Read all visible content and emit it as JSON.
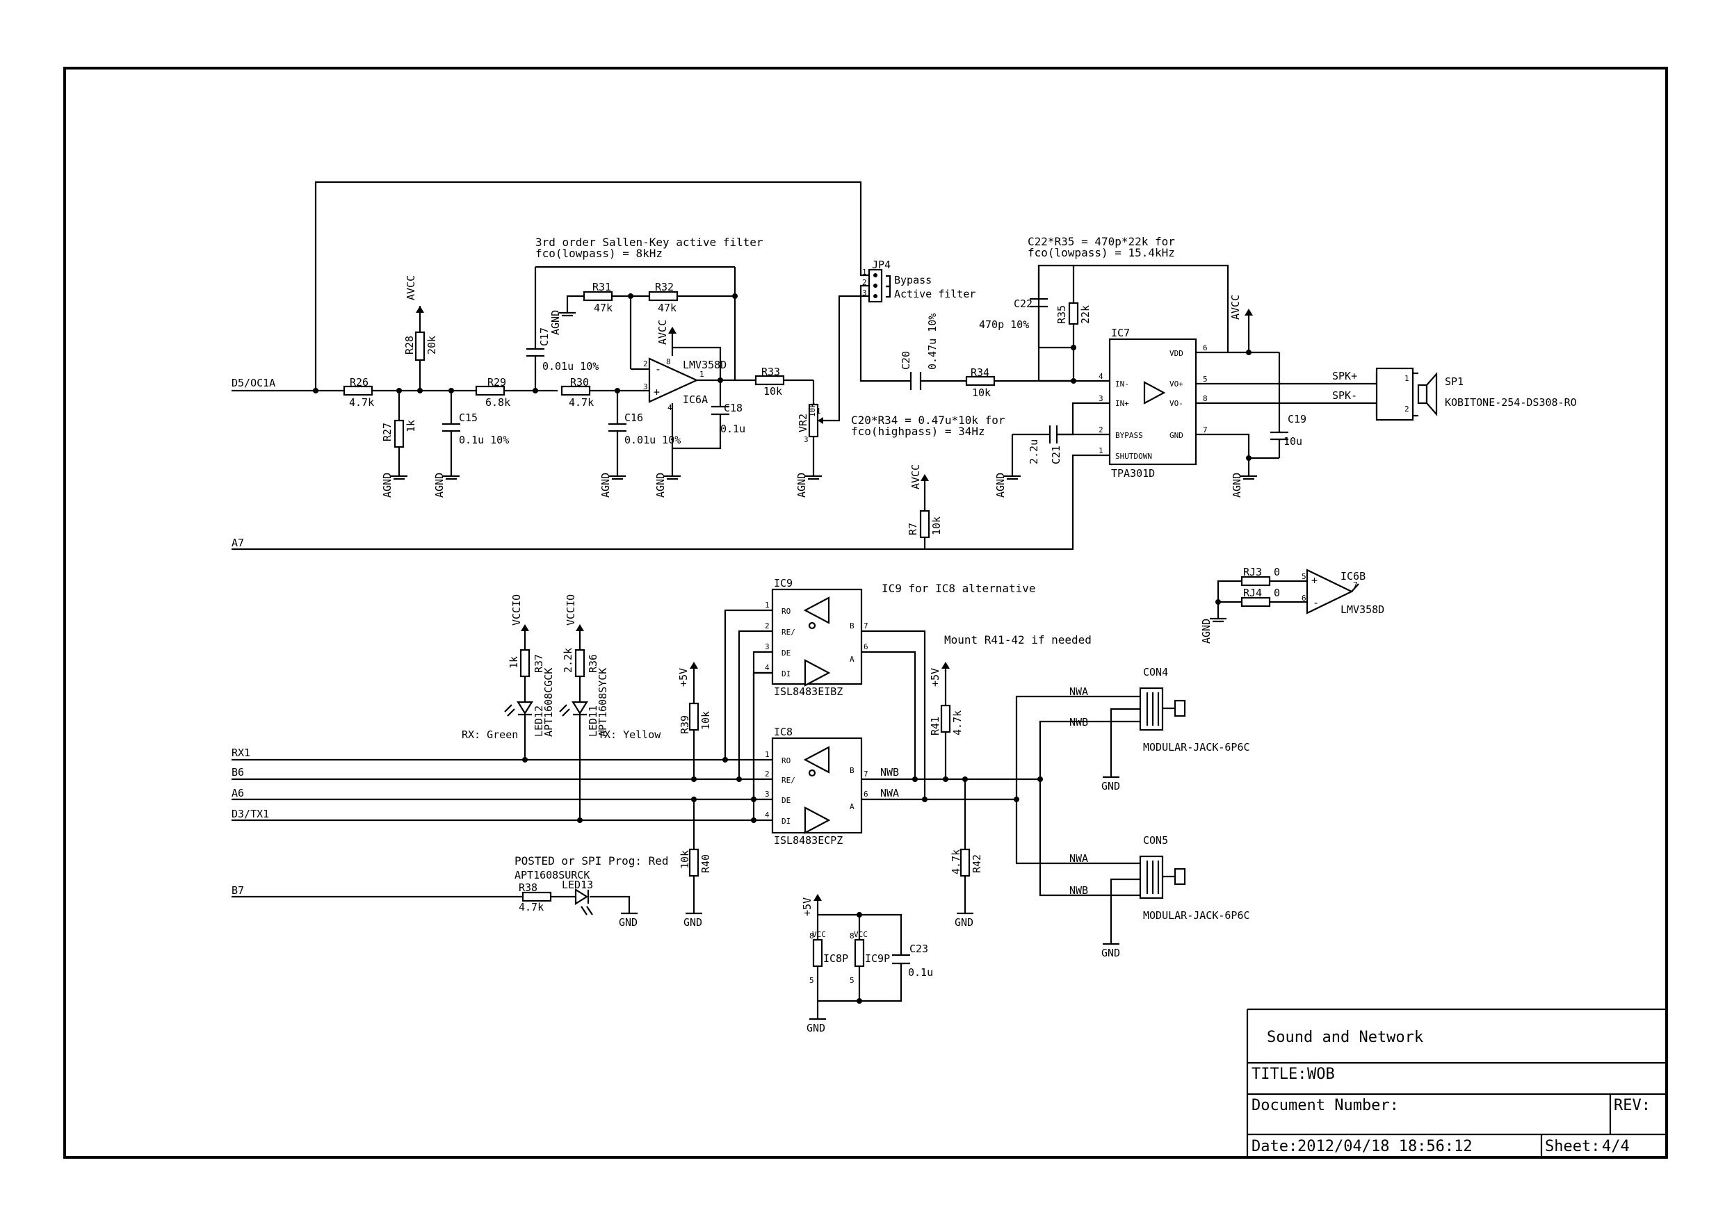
{
  "title_block": {
    "heading": "Sound and Network",
    "title_label": "TITLE:",
    "title_value": "WOB",
    "doc_number_label": "Document Number:",
    "rev_label": "REV:",
    "date_label": "Date:",
    "date_value": "2012/04/18 18:56:12",
    "sheet_label": "Sheet:",
    "sheet_value": "4/4"
  },
  "notes": {
    "filter_l1": "3rd order Sallen-Key active filter",
    "filter_l2": "fco(lowpass) = 8kHz",
    "c22_l1": "C22*R35 = 470p*22k for",
    "c22_l2": "fco(lowpass) = 15.4kHz",
    "c20_l1": "C20*R34 = 0.47u*10k for",
    "c20_l2": "fco(highpass) = 34Hz",
    "ic9_alt": "IC9 for IC8 alternative",
    "mount": "Mount R41-42 if needed",
    "rx_led": "RX: Green",
    "tx_led": "TX: Yellow",
    "posted": "POSTED or SPI Prog: Red"
  },
  "nets": {
    "d5": "D5/OC1A",
    "a7": "A7",
    "rx1": "RX1",
    "b6": "B6",
    "a6": "A6",
    "d3": "D3/TX1",
    "b7": "B7",
    "spkp": "SPK+",
    "spkm": "SPK-",
    "nwa": "NWA",
    "nwb": "NWB"
  },
  "power": {
    "avcc": "AVCC",
    "agnd": "AGND",
    "gnd": "GND",
    "v5": "+5V",
    "vccio": "VCCIO"
  },
  "parts": {
    "r26": "R26",
    "r26v": "4.7k",
    "r27": "R27",
    "r27v": "1k",
    "r28": "R28",
    "r28v": "20k",
    "c15": "C15",
    "c15v": "0.1u 10%",
    "r29": "R29",
    "r29v": "6.8k",
    "r30": "R30",
    "r30v": "4.7k",
    "c17": "C17",
    "c17v": "0.01u 10%",
    "r31": "R31",
    "r31v": "47k",
    "r32": "R32",
    "r32v": "47k",
    "c16": "C16",
    "c16v": "0.01u 10%",
    "ic6a": "IC6A",
    "lmv": "LMV358D",
    "c18": "C18",
    "c18v": "0.1u",
    "r33": "R33",
    "r33v": "10k",
    "vr2": "VR2",
    "vr2v": "10k",
    "jp4": "JP4",
    "bypass": "Bypass",
    "active": "Active filter",
    "c20": "C20",
    "c20v": "0.47u 10%",
    "r34": "R34",
    "r34v": "10k",
    "c22": "C22",
    "c22v": "470p 10%",
    "r35": "R35",
    "r35v": "22k",
    "ic7": "IC7",
    "tpa": "TPA301D",
    "c21": "C21",
    "c21v": "2.2u",
    "c19": "C19",
    "c19v": "10u",
    "sp1": "SP1",
    "sp1v": "KOBITONE-254-DS308-RO",
    "r7": "R7",
    "r7v": "10k",
    "rj3": "RJ3",
    "rj3v": "0",
    "rj4": "RJ4",
    "rj4v": "0",
    "ic6b": "IC6B",
    "r37": "R37",
    "r37v": "1k",
    "r36": "R36",
    "r36v": "2.2k",
    "led12": "LED12",
    "led12v": "APT1608CGCK",
    "led11": "LED11",
    "led11v": "APT1608SYCK",
    "ic9": "IC9",
    "ic9v": "ISL8483EIBZ",
    "ic8": "IC8",
    "ic8v": "ISL8483ECPZ",
    "r39": "R39",
    "r39v": "10k",
    "r40": "R40",
    "r40v": "10k",
    "r41": "R41",
    "r41v": "4.7k",
    "r42": "R42",
    "r42v": "4.7k",
    "con4": "CON4",
    "con5": "CON5",
    "jack": "MODULAR-JACK-6P6C",
    "r38": "R38",
    "r38v": "4.7k",
    "led13": "LED13",
    "led13v": "APT1608SURCK",
    "ic8p": "IC8P",
    "ic9p": "IC9P",
    "c23": "C23",
    "c23v": "0.1u"
  },
  "pins": {
    "ro": "RO",
    "re": "RE/",
    "de": "DE",
    "di": "DI",
    "b": "B",
    "a": "A",
    "inm": "IN-",
    "inp": "IN+",
    "vdd": "VDD",
    "vop": "VO+",
    "vom": "VO-",
    "byp": "BYPASS",
    "gndp": "GND",
    "shd": "SHUTDOWN",
    "vcc": "VCC"
  }
}
